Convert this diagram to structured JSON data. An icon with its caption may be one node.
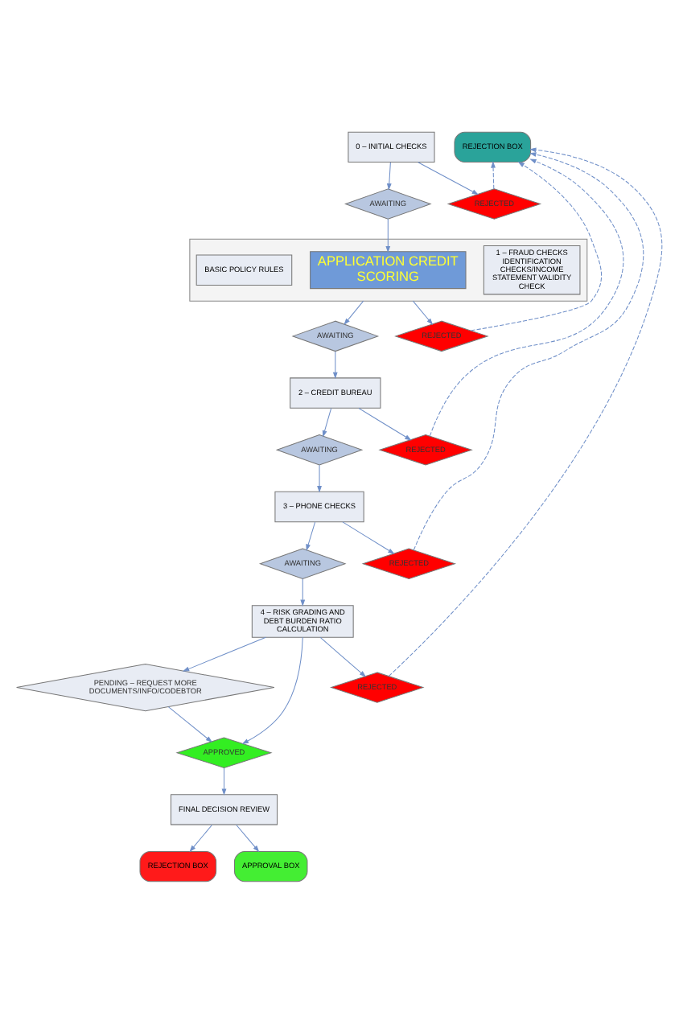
{
  "diagram": {
    "nodes": [
      {
        "text": [
          "0 – INITIAL CHECKS"
        ]
      },
      {
        "text": [
          "AWAITING"
        ]
      },
      {
        "text": [
          "REJECTED"
        ]
      },
      {
        "text": [],
        "shape": "box"
      },
      {
        "text": [
          "1 – FRAUD CHECKS IDENTIFICATION CHECKS/INCOME STATEMENT VALIDITY CHECK"
        ],
        "in": 3
      },
      {
        "text": [
          "APPLICATION CREDIT SCORING"
        ],
        "in": 3
      },
      {
        "text": [
          "BASIC POLICY RULES"
        ],
        "in": 3
      },
      {
        "text": [
          "REJECTION BOX"
        ]
      },
      {
        "text": [
          "AWAITING"
        ]
      },
      {
        "text": [
          "REJECTED"
        ]
      },
      {
        "text": [
          "2 – CREDIT BUREAU"
        ]
      },
      {
        "text": [
          "AWAITING"
        ]
      },
      {
        "text": [
          "REJECTED"
        ]
      },
      {
        "text": [
          "3 – PHONE CHECKS"
        ]
      },
      {
        "text": [
          "AWAITING"
        ]
      },
      {
        "text": [
          "REJECTED"
        ]
      },
      {
        "text": [
          "4 – RISK GRADING AND DEBT BURDEN RATIO CALCULATION"
        ]
      },
      {
        "text": [
          "PENDING – REQUEST MORE DOCUMENTS/INFO/CODEBTOR"
        ]
      },
      {
        "text": [
          "APPROVED"
        ]
      },
      {
        "text": [
          "REJECTED"
        ]
      },
      {
        "text": [
          "FINAL DECISION REVIEW"
        ]
      },
      {
        "text": [
          "REJECTION BOX"
        ]
      },
      {
        "text": [
          "APPROVAL BOX"
        ]
      }
    ],
    "edges": [
      {
        "from": 0,
        "to": 1,
        "arrow": "to"
      },
      {
        "from": 0,
        "to": 2,
        "arrow": "to"
      },
      {
        "from": 1,
        "to": 5,
        "arrow": "to"
      },
      {
        "from": 2,
        "to": 7,
        "arrow": "to",
        "style": "dashed"
      },
      {
        "from": 3,
        "to": 8,
        "arrow": "to"
      },
      {
        "from": 3,
        "to": 9,
        "arrow": "to"
      },
      {
        "from": 8,
        "to": 10,
        "arrow": "to"
      },
      {
        "from": 9,
        "to": 7,
        "arrow": "to",
        "style": "dashed"
      },
      {
        "from": 10,
        "to": 11,
        "arrow": "to"
      },
      {
        "from": 10,
        "to": 12,
        "arrow": "to"
      },
      {
        "from": 12,
        "to": 7,
        "arrow": "to",
        "style": "dashed"
      },
      {
        "from": 11,
        "to": 13,
        "arrow": "to"
      },
      {
        "from": 13,
        "to": 14,
        "arrow": "to"
      },
      {
        "from": 13,
        "to": 15,
        "arrow": "to"
      },
      {
        "from": 15,
        "to": 7,
        "arrow": "to",
        "style": "dashed"
      },
      {
        "from": 14,
        "to": 16,
        "arrow": "to"
      },
      {
        "from": 16,
        "to": 17,
        "arrow": "to"
      },
      {
        "from": 16,
        "to": 18,
        "arrow": "to"
      },
      {
        "from": 16,
        "to": 19,
        "arrow": "to"
      },
      {
        "from": 19,
        "to": 7,
        "arrow": "to",
        "style": "dashed"
      },
      {
        "from": 17,
        "to": 18,
        "arrow": "to"
      },
      {
        "from": 18,
        "to": 20,
        "arrow": "to"
      },
      {
        "from": 20,
        "to": 21,
        "arrow": "to"
      },
      {
        "from": 20,
        "to": 22,
        "arrow": "to"
      }
    ]
  }
}
